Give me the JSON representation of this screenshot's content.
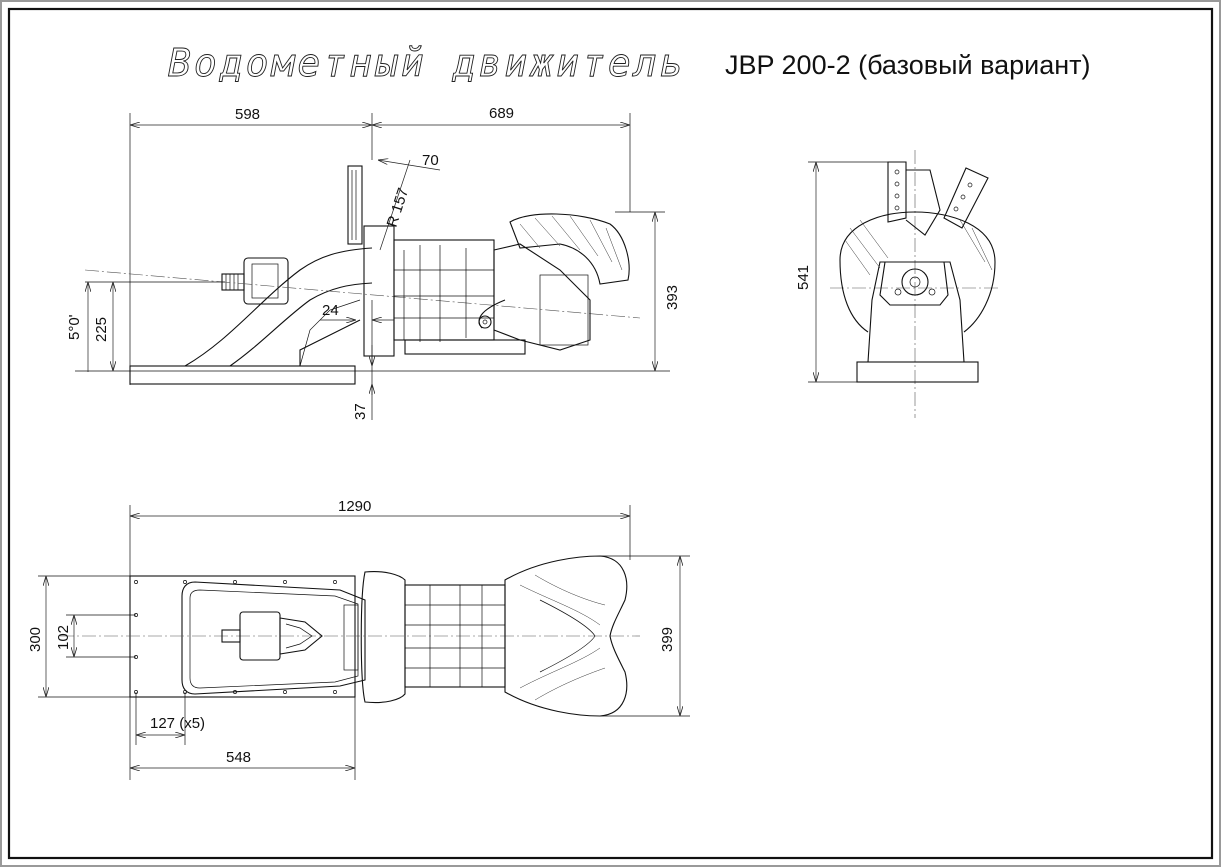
{
  "title": {
    "name": "Водометный движитель",
    "model": "JBP 200-2 (базовый вариант)"
  },
  "side_view": {
    "dims": {
      "length_front": "598",
      "length_rear": "689",
      "offset_70": "70",
      "radius": "R 157",
      "height_total": "393",
      "height_shaft": "225",
      "angle": "5°0'",
      "gap_24": "24",
      "depth_37": "37"
    }
  },
  "front_view": {
    "dims": {
      "height": "541"
    }
  },
  "top_view": {
    "dims": {
      "length_total": "1290",
      "width_mount": "300",
      "hole_spacing": "102",
      "width_total": "399",
      "bolt_pitch": "127 (x5)",
      "mount_length": "548"
    }
  },
  "colors": {
    "frame": "#111111",
    "paper": "#ffffff"
  }
}
